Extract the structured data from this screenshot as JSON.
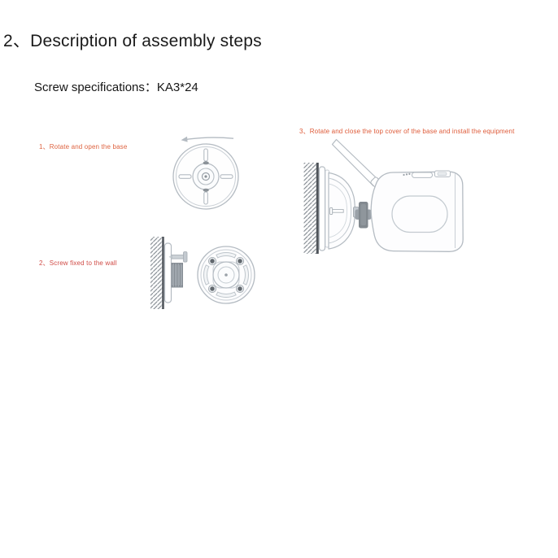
{
  "page": {
    "title": "2、Description of assembly steps",
    "subtitle": "Screw specifications：KA3*24"
  },
  "steps": [
    {
      "label": "1、Rotate and open the base",
      "color": "#de6340"
    },
    {
      "label": "2、Screw fixed to the wall",
      "color": "#d04b46"
    },
    {
      "label": "3、Rotate and close the top cover of the base and install the equipment",
      "color": "#de5a38"
    }
  ],
  "figure": {
    "diagram_names": [
      "base-top-view-diagram",
      "base-wall-mount-diagram",
      "camera-installed-diagram"
    ]
  },
  "colors": {
    "background": "#ffffff",
    "title_text": "#1a1a1a",
    "step_label_accent": "#d95a3e",
    "line_art": "#b4bbc2",
    "wall_section": "#53585e",
    "metal_gray": "#8b9298"
  }
}
